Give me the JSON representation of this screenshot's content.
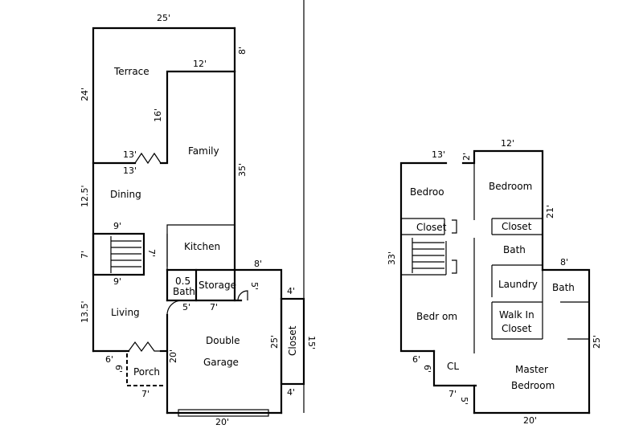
{
  "ground_floor": {
    "rooms": {
      "terrace": "Terrace",
      "family": "Family",
      "dining": "Dining",
      "kitchen": "Kitchen",
      "half_bath_1": "0.5",
      "half_bath_2": "Bath",
      "storage": "Storage",
      "living": "Living",
      "double_1": "Double",
      "garage_2": "Garage",
      "porch": "Porch",
      "closet": "Closet"
    },
    "dims": {
      "top": "25'",
      "terrace_right": "8'",
      "family_top": "12'",
      "terrace_left": "24'",
      "family_step": "16'",
      "terrace_bottom_a": "13'",
      "terrace_bottom_b": "13'",
      "dining_left": "12.5'",
      "family_right": "35'",
      "stair_top": "9'",
      "stair_left": "7'",
      "kitchen_left": "7'",
      "stair_bottom": "9'",
      "garage_top": "8'",
      "storage_right": "5'",
      "bath_bottom": "5'",
      "storage_bottom": "7'",
      "living_left": "13.5'",
      "garage_closet_top": "4'",
      "garage_right": "25'",
      "outer_right": "15'",
      "porch_top_left": "6'",
      "porch_left": "6'",
      "porch_right": "20'",
      "porch_bottom": "7'",
      "closet_bottom": "4'",
      "garage_bottom": "20'"
    }
  },
  "upper_floor": {
    "rooms": {
      "bedroom_left": "Bedroo",
      "bedroom_top": "Bedroom",
      "closet_left": "Closet",
      "closet_right": "Closet",
      "bath_center": "Bath",
      "laundry": "Laundry",
      "bath_right": "Bath",
      "walk_in_1": "Walk In",
      "walk_in_2": "Closet",
      "bedroom_lower": "Bedr om",
      "cl": "CL",
      "master_1": "Master",
      "master_2": "Bedroom"
    },
    "dims": {
      "left_top": "13'",
      "notch_top": "2'",
      "center_top": "12'",
      "bedroom_right": "21'",
      "left_side": "33'",
      "bath_top": "8'",
      "left_bottom": "6'",
      "cl_left": "6'",
      "cl_bottom": "7'",
      "master_left": "5'",
      "right_side": "25'",
      "bottom": "20'"
    }
  }
}
